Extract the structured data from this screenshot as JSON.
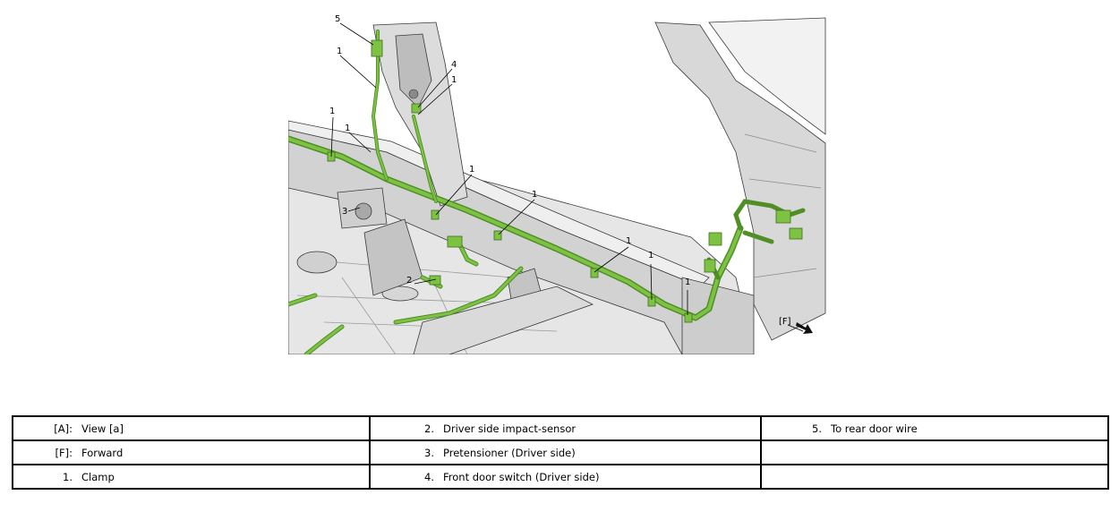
{
  "diagram": {
    "callouts": {
      "c5": "5",
      "c1_top": "1",
      "c4": "4",
      "c1_pillar_right": "1",
      "c1_left": "1",
      "c1_pillar_low": "1",
      "c1_center": "1",
      "c3": "3",
      "c1_mid": "1",
      "c2": "2",
      "c1_right_a": "1",
      "c1_right_b": "1",
      "c1_right_c": "1",
      "forward_label": "[F]"
    },
    "colors": {
      "harness": "#7ec244",
      "harness_dark": "#4f8f26",
      "body_light": "#ededed",
      "body_mid": "#c8c8c8",
      "body_dark": "#8a8a8a",
      "outline": "#3a3a3a"
    }
  },
  "legend": {
    "rows": [
      [
        {
          "key": "[A]:",
          "text": "View [a]"
        },
        {
          "key": "2.",
          "text": "Driver side impact-sensor"
        },
        {
          "key": "5.",
          "text": "To rear door wire"
        }
      ],
      [
        {
          "key": "[F]:",
          "text": "Forward"
        },
        {
          "key": "3.",
          "text": "Pretensioner (Driver side)"
        },
        {
          "key": "",
          "text": ""
        }
      ],
      [
        {
          "key": "1.",
          "text": "Clamp"
        },
        {
          "key": "4.",
          "text": "Front door switch (Driver side)"
        },
        {
          "key": "",
          "text": ""
        }
      ]
    ]
  }
}
